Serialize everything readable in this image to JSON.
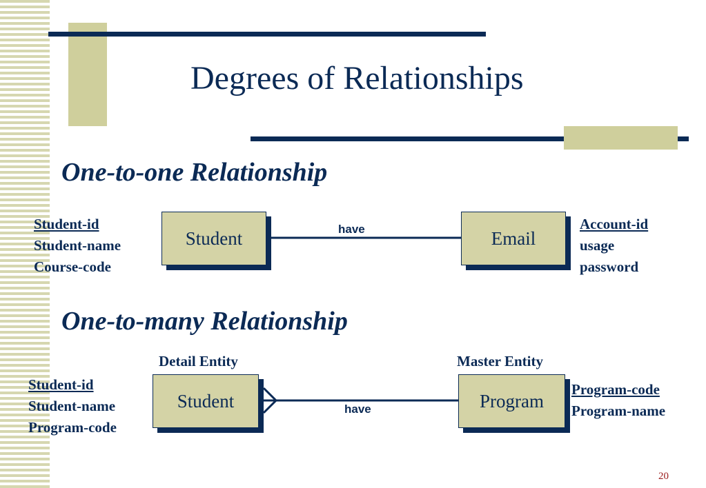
{
  "slide": {
    "title": "Degrees of Relationships",
    "page_number": "20"
  },
  "one_to_one": {
    "heading": "One-to-one Relationship",
    "left_entity": {
      "name": "Student",
      "attributes": {
        "key": "Student-id",
        "others": [
          "Student-name",
          "Course-code"
        ]
      }
    },
    "relationship_label": "have",
    "right_entity": {
      "name": "Email",
      "attributes": {
        "key": "Account-id",
        "others": [
          "usage",
          "password"
        ]
      }
    }
  },
  "one_to_many": {
    "heading": "One-to-many Relationship",
    "detail_label": "Detail Entity",
    "master_label": "Master Entity",
    "left_entity": {
      "name": "Student",
      "attributes": {
        "key": "Student-id",
        "others": [
          "Student-name",
          "Program-code"
        ]
      }
    },
    "relationship_label": "have",
    "right_entity": {
      "name": "Program",
      "attributes": {
        "key": "Program-code",
        "others": [
          "Program-name"
        ]
      }
    }
  },
  "colors": {
    "navy": "#0b2a55",
    "entity_fill": "#d4d3a6",
    "accent_tan": "#cfcf9c",
    "page_number": "#9b1c1c"
  }
}
